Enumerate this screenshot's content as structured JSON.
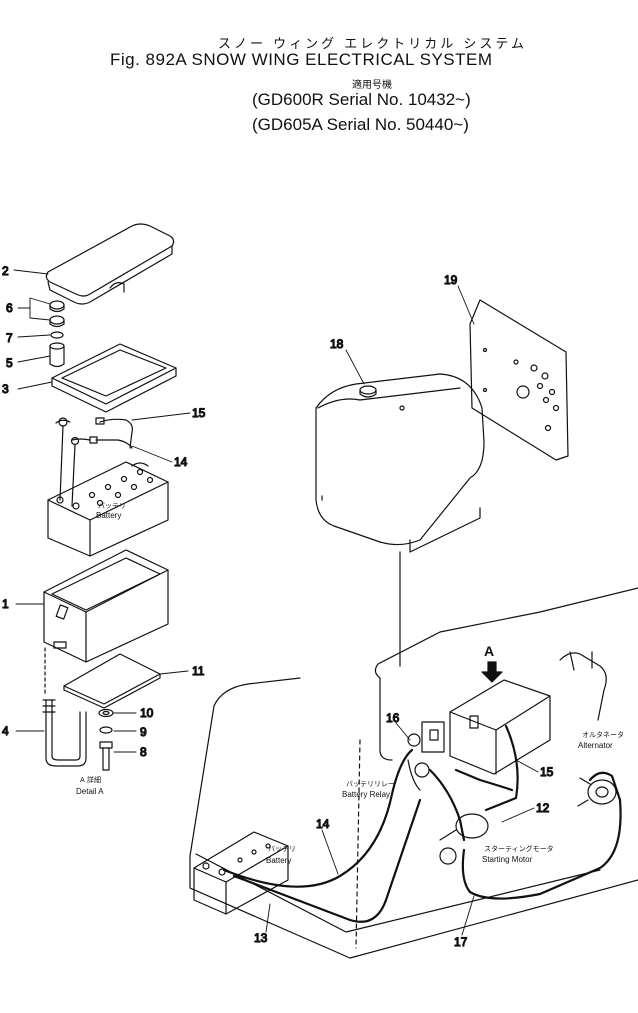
{
  "header": {
    "title_jp": "スノー ウィング エレクトリカル システム",
    "title_en": "Fig. 892A SNOW WING ELECTRICAL SYSTEM",
    "applicability_jp": "適用号機",
    "serial_1": "(GD600R Serial No. 10432~)",
    "serial_2": "(GD605A Serial No. 50440~)"
  },
  "callouts": [
    "1",
    "2",
    "3",
    "4",
    "5",
    "6",
    "7",
    "8",
    "9",
    "10",
    "11",
    "12",
    "13",
    "14",
    "15",
    "15",
    "16",
    "17",
    "18",
    "19"
  ],
  "labels": {
    "battery_upper_jp": "バッテリ",
    "battery_upper_en": "Battery",
    "detail_jp": "A 詳細",
    "detail_en": "Detail A",
    "arrow_a": "A",
    "battery_relay_jp": "バッテリリレー",
    "battery_relay_en": "Battery Relay",
    "battery_lower_jp": "バッテリ",
    "battery_lower_en": "Battery",
    "alternator_jp": "オルタネータ",
    "alternator_en": "Alternator",
    "starting_motor_jp": "スターティングモータ",
    "starting_motor_en": "Starting Motor"
  },
  "colors": {
    "ink": "#111111",
    "paper": "#ffffff"
  }
}
